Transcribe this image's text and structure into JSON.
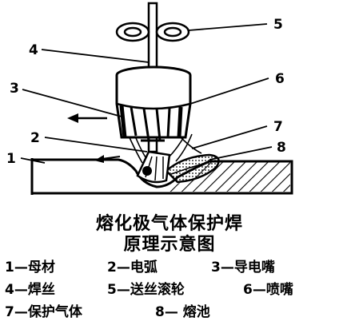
{
  "callouts": [
    "1",
    "2",
    "3",
    "4",
    "5",
    "6",
    "7",
    "8"
  ],
  "title": {
    "line1": "熔化极气体保护焊",
    "line2": "原理示意图"
  },
  "legend": [
    {
      "num": "1",
      "text": "1—母材"
    },
    {
      "num": "2",
      "text": "2—电弧"
    },
    {
      "num": "3",
      "text": "3—导电嘴"
    },
    {
      "num": "4",
      "text": "4—焊丝"
    },
    {
      "num": "5",
      "text": "5—送丝滚轮"
    },
    {
      "num": "6",
      "text": "6—喷嘴"
    },
    {
      "num": "7",
      "text": "7—保护气体"
    },
    {
      "num": "8",
      "text": "8— 熔池"
    }
  ]
}
